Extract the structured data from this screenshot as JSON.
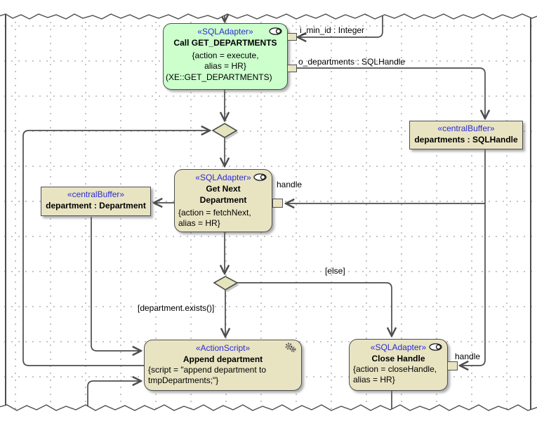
{
  "diagram_type": "uml-activity-diagram",
  "colors": {
    "green": "#ccffcc",
    "tan": "#e8e4c2",
    "diamond": "#e4e5bd",
    "pin": "#e8e4c2",
    "stereotype_blue": "#2b2bd4",
    "line": "#4d4d4d",
    "grid_dot": "#b5b5b5"
  },
  "nodes": {
    "call": {
      "stereotype": "«SQLAdapter»",
      "name": "Call GET_DEPARTMENTS",
      "props": [
        "{action = execute,",
        "alias = HR}"
      ],
      "extra": "(XE::GET_DEPARTMENTS)"
    },
    "departments_buffer": {
      "stereotype": "«centralBuffer»",
      "name": "departments : SQLHandle"
    },
    "get_next": {
      "stereotype": "«SQLAdapter»",
      "name_line1": "Get Next",
      "name_line2": "Department",
      "props": [
        "{action = fetchNext,",
        "alias = HR}"
      ]
    },
    "department_buffer": {
      "stereotype": "«centralBuffer»",
      "name": "department : Department"
    },
    "append": {
      "stereotype": "«ActionScript»",
      "name": "Append department",
      "props": [
        "{script = \"append department to",
        "tmpDepartments;\"}"
      ]
    },
    "close": {
      "stereotype": "«SQLAdapter»",
      "name": "Close Handle",
      "props": [
        "{action = closeHandle,",
        "alias = HR}"
      ]
    }
  },
  "labels": {
    "i_min_id": "i_min_id : Integer",
    "o_departments": "o_departments : SQLHandle",
    "handle_get_next": "handle",
    "handle_close": "handle",
    "guard_else": "[else]",
    "guard_exists": "[department.exists()]"
  }
}
